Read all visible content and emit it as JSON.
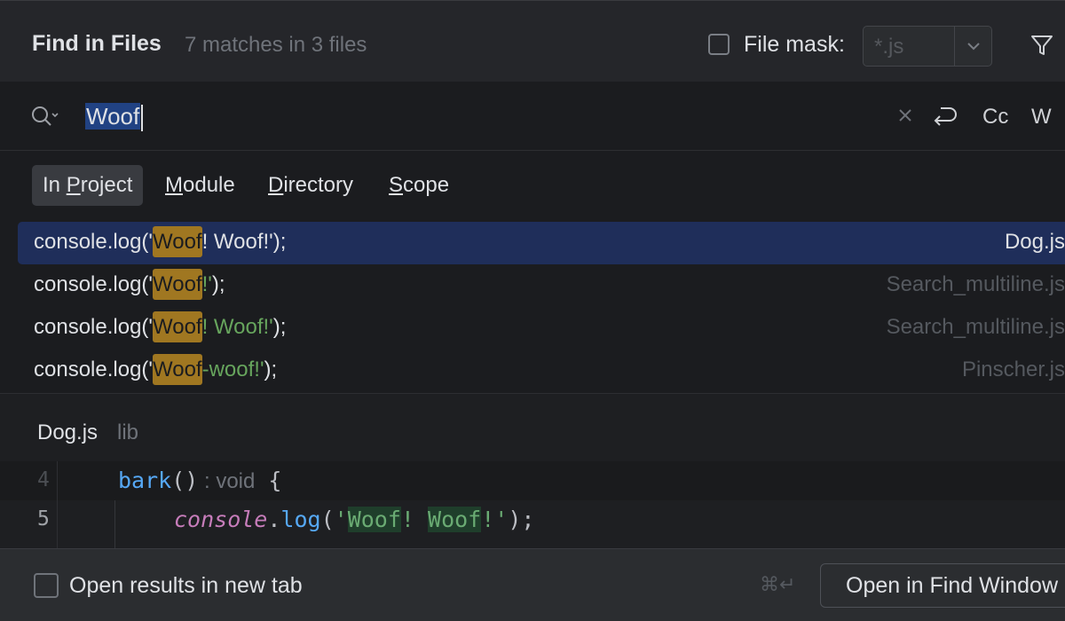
{
  "header": {
    "title": "Find in Files",
    "match_summary": "7 matches in 3 files",
    "file_mask_label": "File mask:",
    "file_mask_placeholder": "*.js"
  },
  "search": {
    "query": "Woof",
    "case_toggle": "Cc",
    "word_toggle": "W"
  },
  "scope_tabs": [
    {
      "pre": "In ",
      "key": "P",
      "post": "roject",
      "active": true
    },
    {
      "pre": "",
      "key": "M",
      "post": "odule",
      "active": false
    },
    {
      "pre": "",
      "key": "D",
      "post": "irectory",
      "active": false
    },
    {
      "pre": "",
      "key": "S",
      "post": "cope",
      "active": false
    }
  ],
  "results": [
    {
      "prefix": "console.log('",
      "match": "Woof",
      "rest": "! Woof!'",
      "suffix": ");",
      "file": "Dog.js",
      "selected": true
    },
    {
      "prefix": "console.log('",
      "match": "Woof",
      "rest": "!'",
      "suffix": ");",
      "file": "Search_multiline.js",
      "selected": false
    },
    {
      "prefix": "console.log('",
      "match": "Woof",
      "rest": "! Woof!'",
      "suffix": ");",
      "file": "Search_multiline.js",
      "selected": false
    },
    {
      "prefix": "console.log('",
      "match": "Woof",
      "rest": "-woof!'",
      "suffix": ");",
      "file": "Pinscher.js",
      "selected": false
    }
  ],
  "preview": {
    "file_name": "Dog.js",
    "directory": "lib",
    "lines": [
      {
        "number": "4",
        "fn": "bark",
        "parens": "()",
        "hint": " : void",
        "brace": " {"
      },
      {
        "number": "5",
        "obj": "console",
        "dot": ".",
        "method": "log",
        "open": "(",
        "q1": "'",
        "m1": "Woof",
        "mid": "! ",
        "m2": "Woof",
        "q2": "!'",
        "close": ");"
      }
    ]
  },
  "footer": {
    "open_new_tab_label": "Open results in new tab",
    "shortcut": "⌘↵",
    "open_find_window_label": "Open in Find Window"
  },
  "colors": {
    "accent_selection": "#1f2e5a",
    "match_highlight": "#a07721",
    "string_green": "#67a55d"
  }
}
